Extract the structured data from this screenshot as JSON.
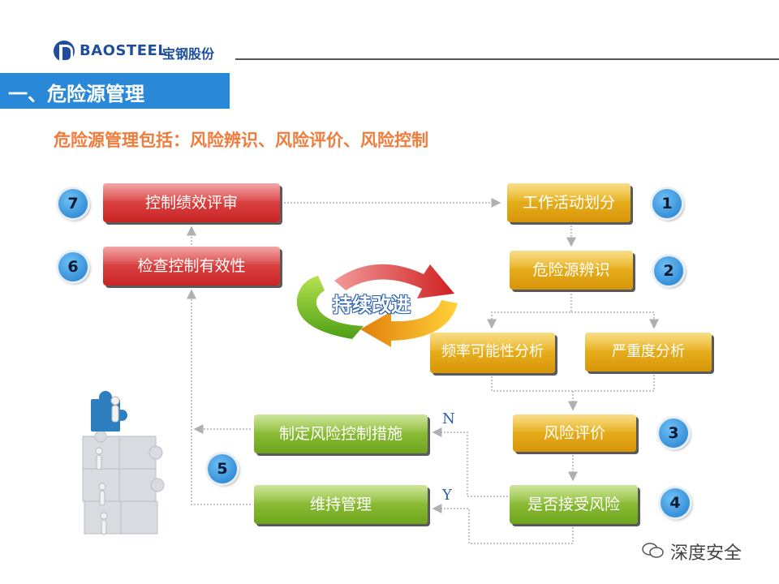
{
  "header": {
    "logo_text": "BAOSTEEL",
    "logo_cn": "宝钢股份",
    "section_title": "一、危险源管理",
    "subtitle": "危险源管理包括：风险辨识、风险评价、风险控制"
  },
  "center_label": "持续改进",
  "boxes": {
    "control_performance": "控制绩效评审",
    "check_effectiveness": "检查控制有效性",
    "work_activity": "工作活动划分",
    "hazard_identification": "危险源辨识",
    "frequency_analysis": "频率可能性分析",
    "severity_analysis": "严重度分析",
    "risk_evaluation": "风险评价",
    "accept_risk": "是否接受风险",
    "control_measures": "制定风险控制措施",
    "maintain_management": "维持管理"
  },
  "steps": {
    "s1": "1",
    "s2": "2",
    "s3": "3",
    "s4": "4",
    "s5": "5",
    "s6": "6",
    "s7": "7"
  },
  "decision": {
    "no": "N",
    "yes": "Y"
  },
  "watermark": "深度安全",
  "colors": {
    "red": "#d63838",
    "gold": "#e8ae18",
    "green": "#86bb30",
    "blue": "#2a88d8",
    "orange": "#f07c3c"
  }
}
